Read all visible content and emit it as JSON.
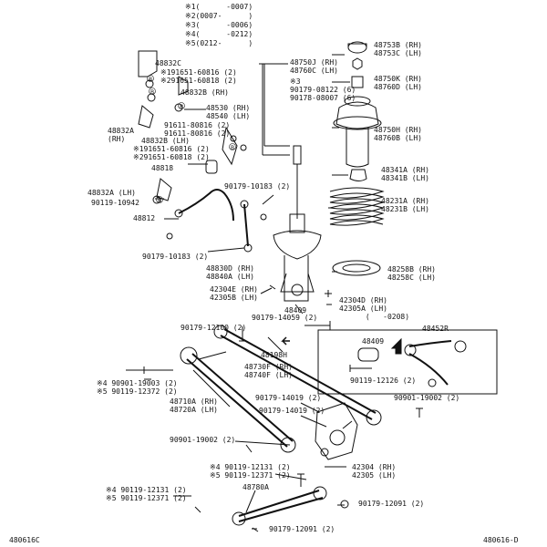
{
  "legend": [
    {
      "mark": "※1",
      "range": "(      -0007)"
    },
    {
      "mark": "※2",
      "range": "(0007-      )"
    },
    {
      "mark": "※3",
      "range": "(      -0006)"
    },
    {
      "mark": "※4",
      "range": "(      -0212)"
    },
    {
      "mark": "※5",
      "range": "(0212-      )"
    }
  ],
  "labels": {
    "p48753": "48753B (RH)\n48753C (LH)",
    "p48750k": "48750K (RH)\n48760D (LH)",
    "p48750h": "48750H (RH)\n48760B (LH)",
    "p48750j": "48750J (RH)\n48760C (LH)",
    "p90179_08122": "※3\n90179-08122 (6)\n90178-08007 (6)",
    "p48341": "48341A (RH)\n48341B (LH)",
    "p48231": "48231A (RH)\n48231B (LH)",
    "p48258": "48258B (RH)\n48258C (LH)",
    "p42304d": "42304D (RH)\n42305A (LH)\n      (   -0208)",
    "p48452r": "48452R",
    "p48409_inset": "48409",
    "p90119_12126": "90119-12126 (2)",
    "p90901_19002_inset": "90901-19002 (2)",
    "p48832c": "48832C",
    "p191651": "※191651-60816 (2)\n※291651-60818 (2)",
    "p48832b_rh": "48832B (RH)",
    "p48530": "48530 (RH)\n48540 (LH)",
    "p91611": "91611-80816 (2)\n91611-80816 (2)",
    "p48832a_rh": "48832A\n(RH)",
    "p48832b_lh": "48832B (LH)",
    "p191651b": "※191651-60816 (2)\n※291651-60818 (2)",
    "p48818": "48818",
    "p48832a_lh": "48832A (LH)",
    "p90119_10942": "90119-10942",
    "p90179_10183a": "90179-10183 (2)",
    "p48812": "48812",
    "p90179_10183b": "90179-10183 (2)",
    "p48830d": "48830D (RH)\n48840A (LH)",
    "p42304e": "42304E (RH)\n42305B (LH)",
    "p48409": "48409",
    "p90179_14059": "90179-14059 (2)",
    "p90179_12100": "90179-12100 (2)",
    "p48198h": "48198H",
    "p48730f": "48730F (RH)\n48740F (LH)",
    "p90901_19003": "※4 90901-19003 (2)\n※5 90119-12372 (2)",
    "p48710a": "48710A (RH)\n48720A (LH)",
    "p90179_14019a": "90179-14019 (2)",
    "p90179_14019b": "90179-14019 (2)",
    "p90901_19002": "90901-19002 (2)",
    "p90119_12131": "※4 90119-12131 (2)\n※5 90119-12371 (2)",
    "p42304": "42304 (RH)\n42305 (LH)",
    "p48780a": "48780A",
    "p90119_12131b": "※4 90119-12131 (2)\n※5 90119-12371 (2)",
    "p90179_12091a": "90179-12091 (2)",
    "p90179_12091b": "90179-12091 (2)"
  },
  "codes": {
    "left": "480616C",
    "right": "480616-D"
  }
}
